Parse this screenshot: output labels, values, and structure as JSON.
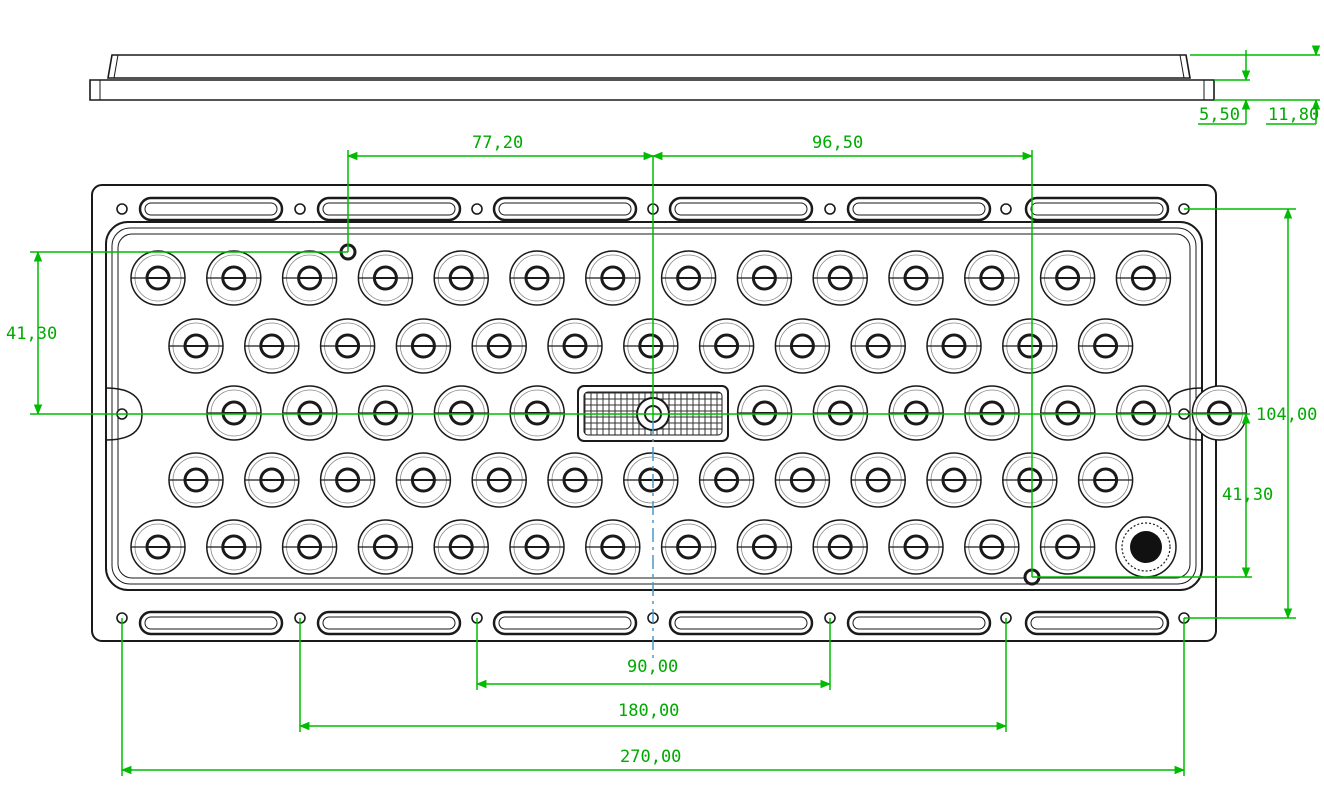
{
  "drawing": {
    "accent_color": "#00bb00",
    "outline_color": "#1a1a1a",
    "centerline_color": "#4a9ac8",
    "lens_rows": [
      14,
      13,
      12,
      13,
      13
    ],
    "mount_holes_per_edge": 7
  },
  "dimensions": {
    "total_height": "11,80",
    "base_height": "5,50",
    "hole_to_center_left": "77,20",
    "hole_to_center_right": "96,50",
    "hole_offset_left": "41,30",
    "hole_offset_right": "41,30",
    "overall_depth": "104,00",
    "pitch_inner": "90,00",
    "pitch_middle": "180,00",
    "pitch_outer": "270,00"
  }
}
